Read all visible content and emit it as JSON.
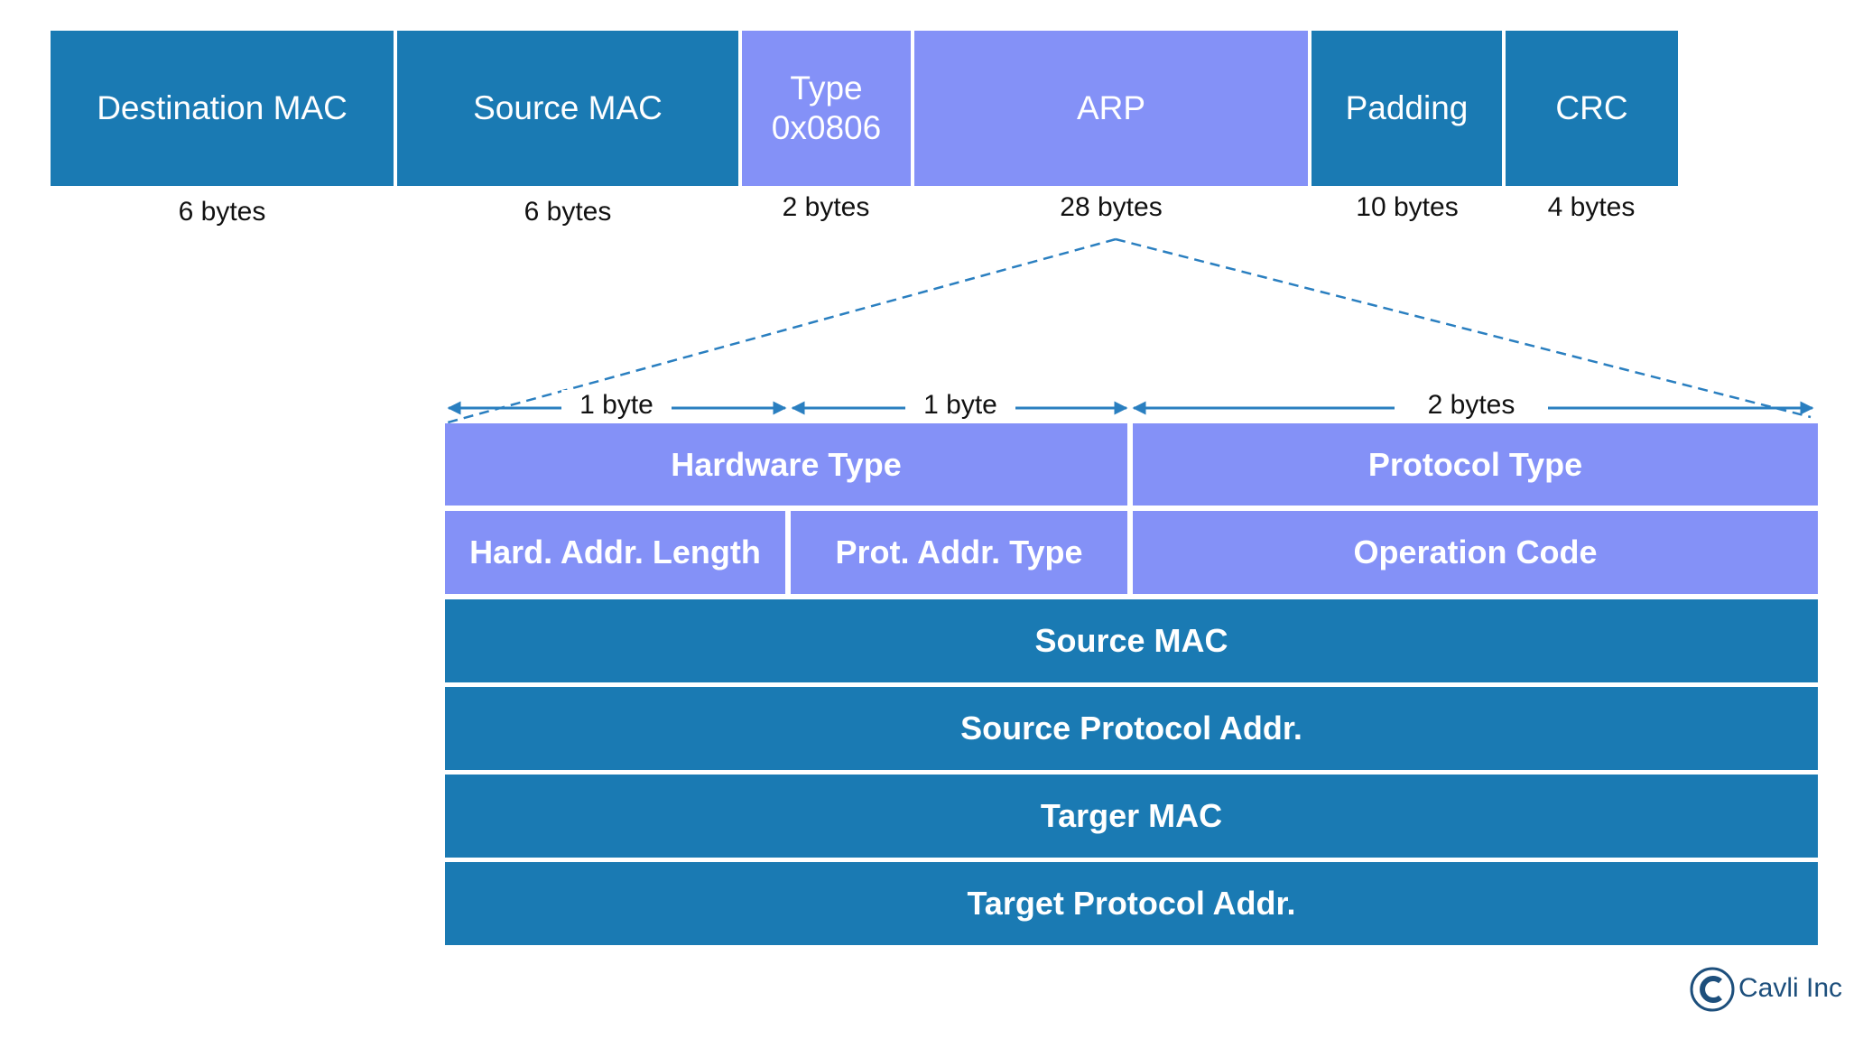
{
  "frame": {
    "fields": [
      {
        "label": "Destination MAC",
        "size": "6 bytes"
      },
      {
        "label": "Source MAC",
        "size": "6 bytes"
      },
      {
        "label_line1": "Type",
        "label_line2": "0x0806",
        "size": "2 bytes"
      },
      {
        "label": "ARP",
        "size": "28 bytes"
      },
      {
        "label": "Padding",
        "size": "10 bytes"
      },
      {
        "label": "CRC",
        "size": "4 bytes"
      }
    ]
  },
  "arp": {
    "width_labels": [
      "1 byte",
      "1 byte",
      "2 bytes"
    ],
    "rows": {
      "hardware_type": "Hardware Type",
      "protocol_type": "Protocol Type",
      "hard_addr_length": "Hard. Addr. Length",
      "prot_addr_type": "Prot. Addr. Type",
      "operation_code": "Operation Code",
      "source_mac": "Source MAC",
      "source_protocol_addr": "Source Protocol Addr.",
      "target_mac": "Targer MAC",
      "target_protocol_addr": "Target Protocol Addr."
    }
  },
  "logo": {
    "text": "Cavli Inc",
    "icon": "copyright-c-icon"
  },
  "colors": {
    "dark_blue": "#1a7ab3",
    "light_purple": "#8491f7",
    "arrow": "#2a7fc0"
  }
}
